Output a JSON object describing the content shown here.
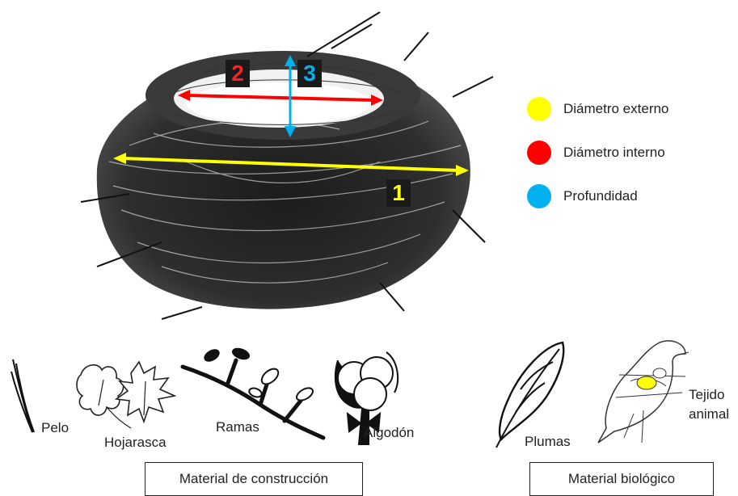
{
  "legend": {
    "items": [
      {
        "label": "Diámetro externo",
        "color": "#ffff00"
      },
      {
        "label": "Diámetro interno",
        "color": "#ff0000"
      },
      {
        "label": "Profundidad",
        "color": "#00b0f0"
      }
    ]
  },
  "markers": {
    "m1": "1",
    "m2": "2",
    "m3": "3"
  },
  "materials": {
    "pelo": "Pelo",
    "hojarasca": "Hojarasca",
    "ramas": "Ramas",
    "algodon": "Algodón",
    "plumas": "Plumas",
    "tejido_line1": "Tejido",
    "tejido_line2": "animal"
  },
  "groups": {
    "construccion": "Material de construcción",
    "biologico": "Material biológico"
  },
  "colors": {
    "outer": "#ffff00",
    "inner": "#ff0000",
    "depth": "#00b0f0"
  }
}
